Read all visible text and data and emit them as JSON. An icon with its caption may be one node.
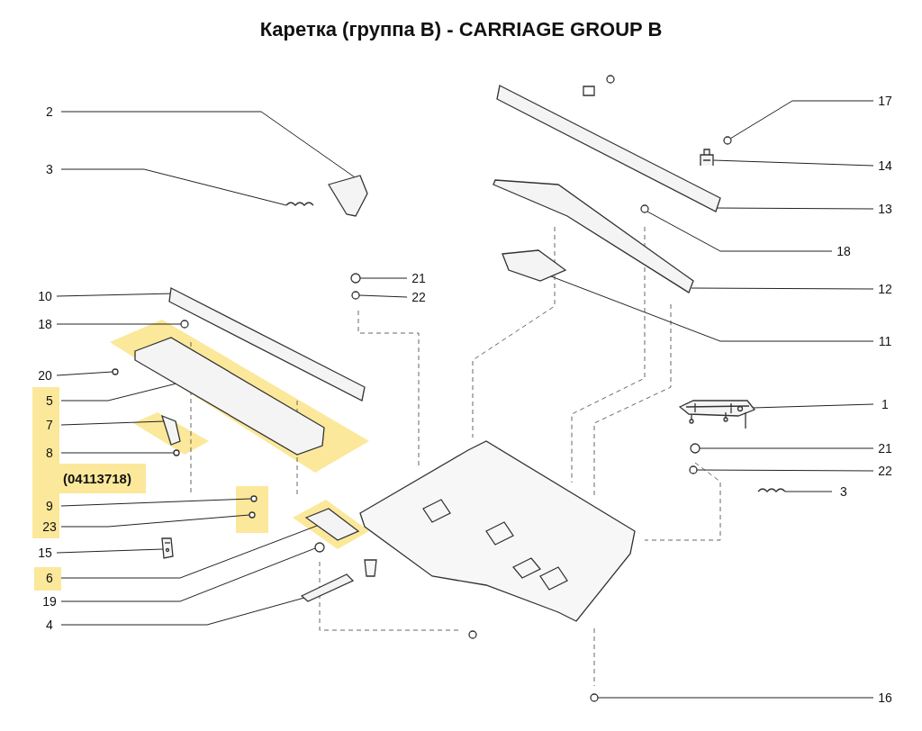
{
  "diagram": {
    "title": "Каретка (группа В) - CARRIAGE GROUP B",
    "nodes": [
      {
        "text": [
          "2"
        ]
      },
      {
        "text": [
          "3"
        ]
      },
      {
        "text": [
          "10"
        ]
      },
      {
        "text": [
          "18"
        ]
      },
      {
        "text": [
          "20"
        ]
      },
      {
        "text": [
          "5"
        ]
      },
      {
        "text": [
          "7"
        ]
      },
      {
        "text": [
          "8"
        ]
      },
      {
        "text": [
          "9"
        ]
      },
      {
        "text": [
          "23"
        ]
      },
      {
        "text": [
          "15"
        ]
      },
      {
        "text": [
          "6"
        ]
      },
      {
        "text": [
          "19"
        ]
      },
      {
        "text": [
          "4"
        ]
      },
      {
        "text": [
          "17"
        ]
      },
      {
        "text": [
          "14"
        ]
      },
      {
        "text": [
          "13"
        ]
      },
      {
        "text": [
          "18"
        ]
      },
      {
        "text": [
          "21"
        ]
      },
      {
        "text": [
          "12"
        ]
      },
      {
        "text": [
          "22"
        ]
      },
      {
        "text": [
          "11"
        ]
      },
      {
        "text": [
          "1"
        ]
      },
      {
        "text": [
          "21"
        ]
      },
      {
        "text": [
          "22"
        ]
      },
      {
        "text": [
          "3"
        ]
      },
      {
        "text": [
          "16"
        ]
      },
      {
        "text": [],
        "shape": "picture"
      },
      {
        "text": [],
        "shape": "picture"
      },
      {
        "text": [],
        "shape": "picture"
      },
      {
        "text": [],
        "shape": "circle"
      },
      {
        "text": [],
        "shape": "circle"
      },
      {
        "text": [],
        "shape": "picture"
      },
      {
        "text": [],
        "shape": "picture"
      },
      {
        "text": [],
        "shape": "circle"
      },
      {
        "text": [],
        "shape": "circle"
      },
      {
        "text": [],
        "shape": "circle"
      },
      {
        "text": [],
        "shape": "picture"
      },
      {
        "text": [],
        "shape": "picture"
      },
      {
        "text": [],
        "shape": "circle"
      },
      {
        "text": [],
        "shape": "picture"
      },
      {
        "text": [],
        "shape": "circle"
      },
      {
        "text": [],
        "shape": "picture"
      },
      {
        "text": [],
        "shape": "picture"
      },
      {
        "text": [],
        "shape": "circle"
      },
      {
        "text": [],
        "shape": "circle"
      },
      {
        "text": [],
        "shape": "picture"
      },
      {
        "text": [],
        "shape": "circle"
      },
      {
        "text": [],
        "shape": "picture"
      },
      {
        "text": [],
        "shape": "picture"
      },
      {
        "text": [],
        "shape": "circle"
      },
      {
        "text": [],
        "shape": "circle"
      },
      {
        "text": [],
        "shape": "picture"
      },
      {
        "text": [],
        "shape": "circle"
      }
    ],
    "edges": [
      {
        "from": 0,
        "to": 27,
        "arrow": "none"
      },
      {
        "from": 1,
        "to": 28,
        "arrow": "none"
      },
      {
        "from": 2,
        "to": 29,
        "arrow": "none"
      },
      {
        "from": 3,
        "to": 30,
        "arrow": "none"
      },
      {
        "from": 4,
        "to": 31,
        "arrow": "none"
      },
      {
        "from": 5,
        "to": 32,
        "arrow": "none"
      },
      {
        "from": 6,
        "to": 33,
        "arrow": "none"
      },
      {
        "from": 7,
        "to": 34,
        "arrow": "none"
      },
      {
        "from": 8,
        "to": 35,
        "arrow": "none"
      },
      {
        "from": 9,
        "to": 36,
        "arrow": "none"
      },
      {
        "from": 10,
        "to": 37,
        "arrow": "none"
      },
      {
        "from": 11,
        "to": 38,
        "arrow": "none"
      },
      {
        "from": 12,
        "to": 39,
        "arrow": "none"
      },
      {
        "from": 13,
        "to": 40,
        "arrow": "none"
      },
      {
        "from": 14,
        "to": 41,
        "arrow": "none"
      },
      {
        "from": 15,
        "to": 42,
        "arrow": "none"
      },
      {
        "from": 16,
        "to": 43,
        "arrow": "none"
      },
      {
        "from": 17,
        "to": 44,
        "arrow": "none"
      },
      {
        "from": 18,
        "to": 45,
        "arrow": "none"
      },
      {
        "from": 19,
        "to": 46,
        "arrow": "none"
      },
      {
        "from": 20,
        "to": 47,
        "arrow": "none"
      },
      {
        "from": 21,
        "to": 48,
        "arrow": "none"
      },
      {
        "from": 22,
        "to": 49,
        "arrow": "none"
      },
      {
        "from": 23,
        "to": 50,
        "arrow": "none"
      },
      {
        "from": 24,
        "to": 51,
        "arrow": "none"
      },
      {
        "from": 25,
        "to": 52,
        "arrow": "none"
      },
      {
        "from": 26,
        "to": 53,
        "arrow": "none"
      }
    ],
    "labels": [
      "(04113718)"
    ]
  }
}
